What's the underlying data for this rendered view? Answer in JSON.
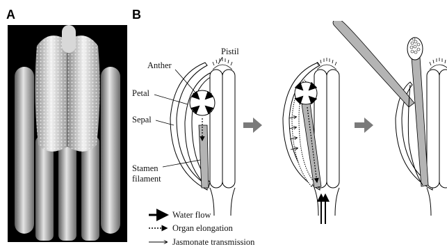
{
  "figure": {
    "panel_a": {
      "letter": "A"
    },
    "panel_b": {
      "letter": "B",
      "labels": {
        "pistil": "Pistil",
        "anther": "Anther",
        "petal": "Petal",
        "sepal": "Sepal",
        "stamen_line1": "Stamen",
        "stamen_line2": "filament"
      },
      "legend": {
        "water_flow": "Water flow",
        "organ_elongation": "Organ elongation",
        "jasmonate": "Jasmonate transmission"
      }
    }
  },
  "colors": {
    "photo_background": "#000000",
    "organ_fill": "#b4b4b4",
    "step_arrow": "#7a7a7a",
    "outline": "#000000"
  }
}
